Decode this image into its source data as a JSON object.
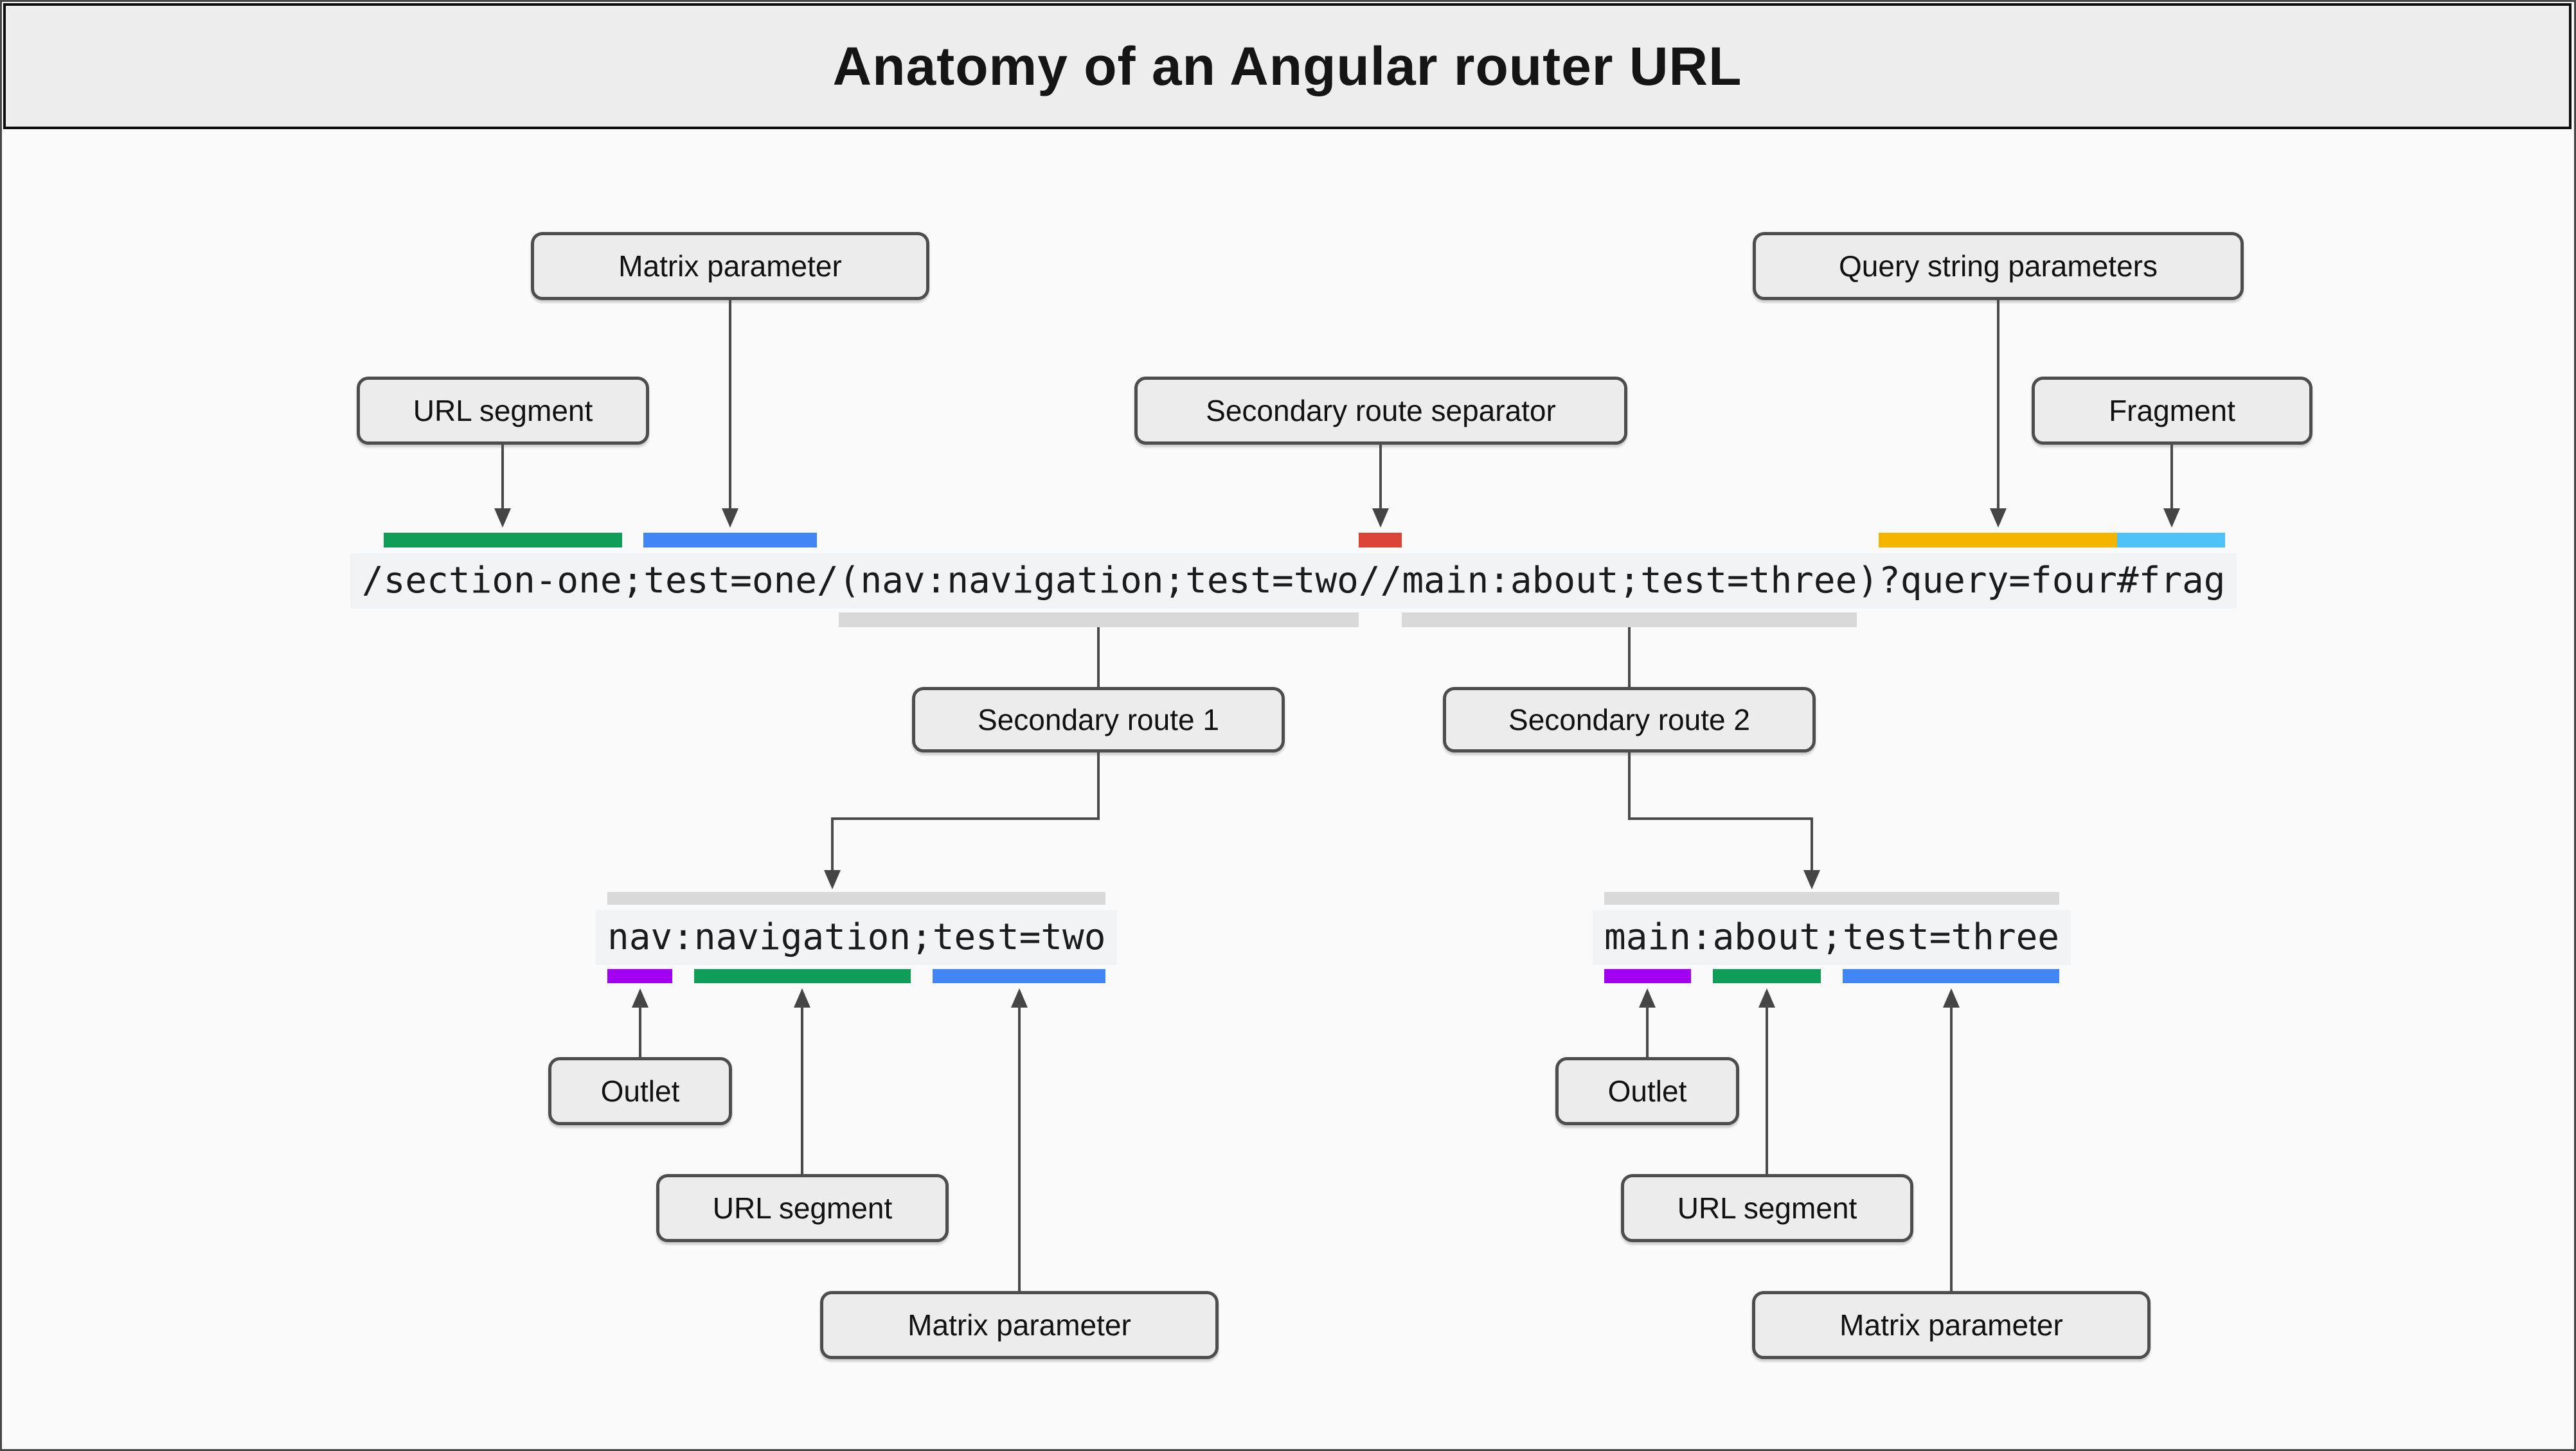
{
  "diagram": {
    "title": "Anatomy of an Angular router URL",
    "url": "/section-one;test=one/(nav:navigation;test=two//main:about;test=three)?query=four#frag"
  },
  "colors": {
    "url_segment_green": "#0F9D58",
    "matrix_param_blue": "#4285F4",
    "separator_red": "#DB4437",
    "query_yellow": "#F4B400",
    "fragment_cyan": "#4FC3F7",
    "outlet_purple": "#A200F0",
    "route_gray": "#D9D9D9"
  },
  "labels": {
    "matrix_parameter": "Matrix parameter",
    "url_segment": "URL segment",
    "secondary_route_separator": "Secondary route separator",
    "query_string_parameters": "Query string parameters",
    "fragment": "Fragment",
    "secondary_route_1": "Secondary route 1",
    "secondary_route_2": "Secondary route 2",
    "outlet": "Outlet"
  },
  "url_annotations": [
    {
      "part": "section-one",
      "label": "URL segment",
      "color": "#0F9D58"
    },
    {
      "part": "test=one",
      "label": "Matrix parameter",
      "color": "#4285F4"
    },
    {
      "part": "//",
      "label": "Secondary route separator",
      "color": "#DB4437"
    },
    {
      "part": "?query=four",
      "label": "Query string parameters",
      "color": "#F4B400"
    },
    {
      "part": "#frag",
      "label": "Fragment",
      "color": "#4FC3F7"
    },
    {
      "part": "(nav:navigation;test=two",
      "label": "Secondary route 1",
      "color": "#D9D9D9"
    },
    {
      "part": "main:about;test=three",
      "label": "Secondary route 2",
      "color": "#D9D9D9"
    }
  ],
  "secondary_routes": [
    {
      "name": "Secondary route 1",
      "text": "nav:navigation;test=two",
      "parts": [
        {
          "part": "nav",
          "label": "Outlet",
          "color": "#A200F0"
        },
        {
          "part": "navigation",
          "label": "URL segment",
          "color": "#0F9D58"
        },
        {
          "part": "test=two",
          "label": "Matrix parameter",
          "color": "#4285F4"
        }
      ]
    },
    {
      "name": "Secondary route 2",
      "text": "main:about;test=three",
      "parts": [
        {
          "part": "main",
          "label": "Outlet",
          "color": "#A200F0"
        },
        {
          "part": "about",
          "label": "URL segment",
          "color": "#0F9D58"
        },
        {
          "part": "test=three",
          "label": "Matrix parameter",
          "color": "#4285F4"
        }
      ]
    }
  ]
}
